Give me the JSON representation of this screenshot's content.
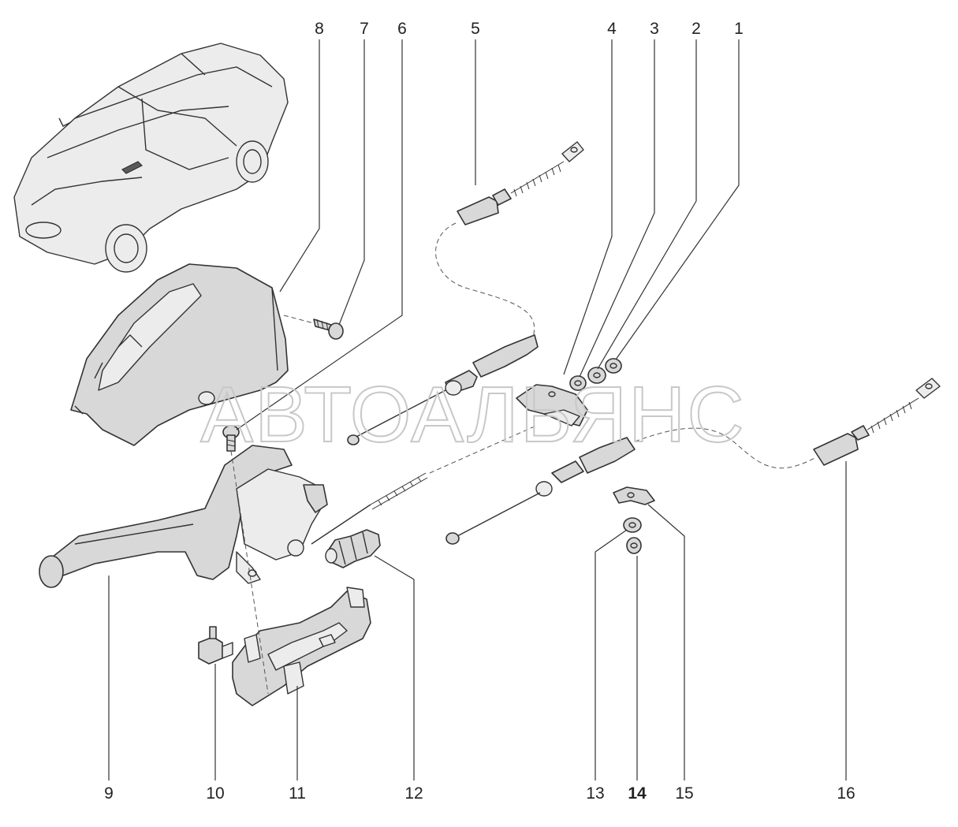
{
  "watermark": "АВТОАЛЬЯНС",
  "callouts": [
    {
      "label": "1"
    },
    {
      "label": "2"
    },
    {
      "label": "3"
    },
    {
      "label": "4"
    },
    {
      "label": "5"
    },
    {
      "label": "6"
    },
    {
      "label": "7"
    },
    {
      "label": "8"
    },
    {
      "label": "9"
    },
    {
      "label": "10"
    },
    {
      "label": "11"
    },
    {
      "label": "12"
    },
    {
      "label": "13"
    },
    {
      "label": "14"
    },
    {
      "label": "15"
    },
    {
      "label": "16"
    }
  ]
}
